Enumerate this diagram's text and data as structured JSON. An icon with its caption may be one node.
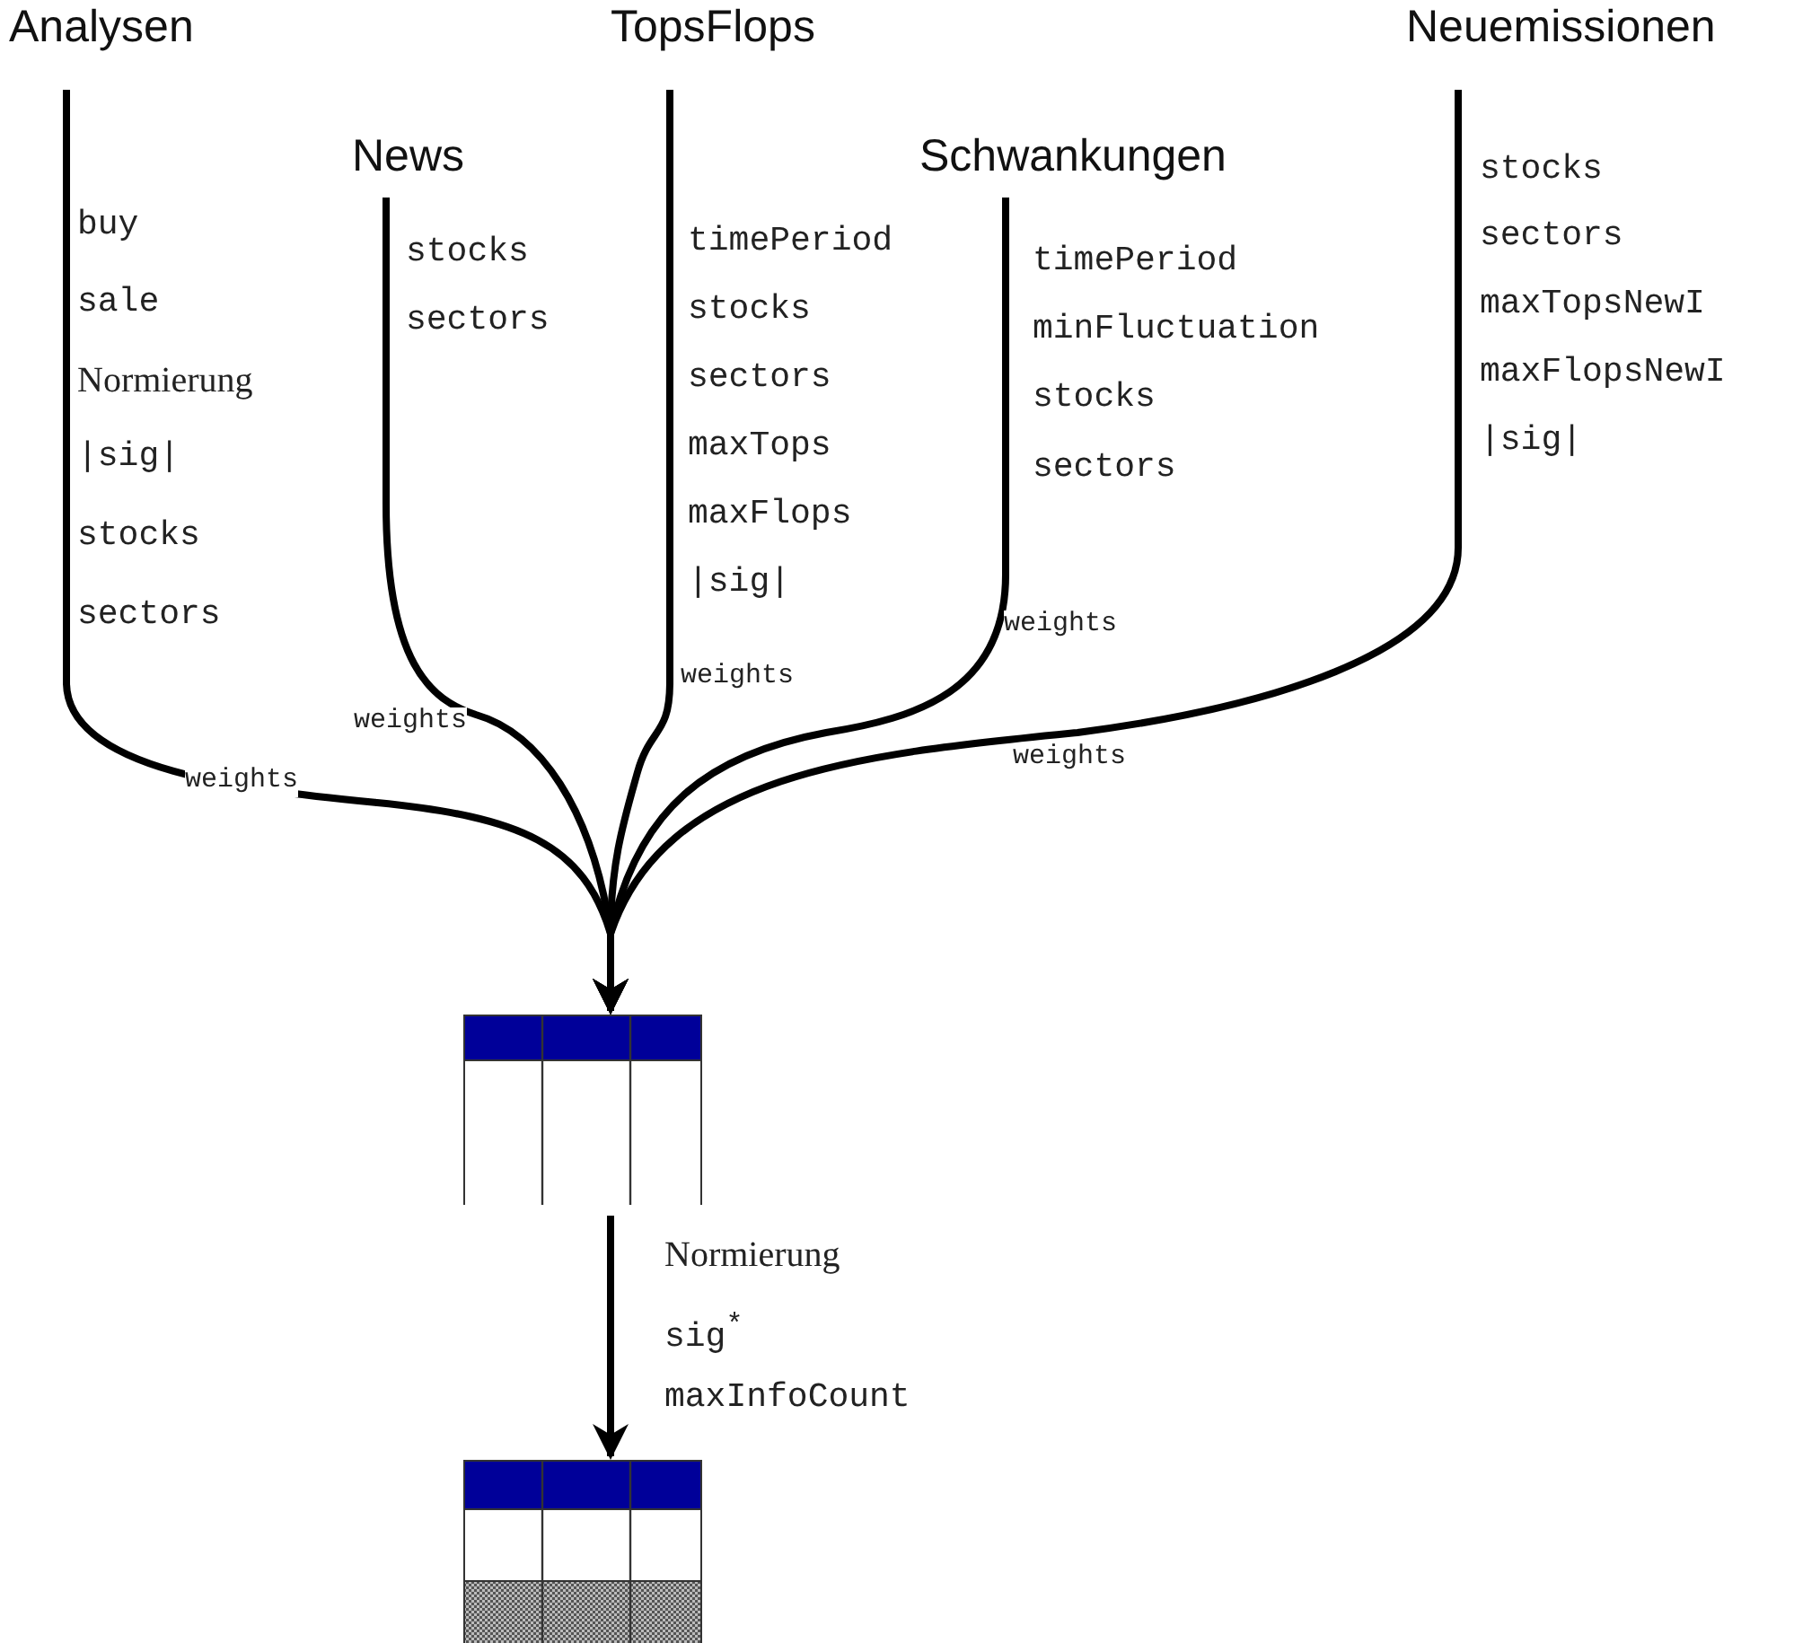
{
  "diagram": {
    "nodes": [
      {
        "text": [
          "Analysen"
        ]
      },
      {
        "text": [
          "News"
        ]
      },
      {
        "text": [
          "TopsFlops"
        ]
      },
      {
        "text": [
          "Schwankungen"
        ]
      },
      {
        "text": [
          "Neuemissionen"
        ]
      },
      {
        "text": [],
        "shape": "table"
      },
      {
        "text": [],
        "shape": "table"
      }
    ],
    "edges": [
      {
        "from": 0,
        "to": 5,
        "arrow": "to",
        "label": "weights"
      },
      {
        "from": 1,
        "to": 5,
        "arrow": "to",
        "label": "weights"
      },
      {
        "from": 2,
        "to": 5,
        "arrow": "to",
        "label": "weights"
      },
      {
        "from": 3,
        "to": 5,
        "arrow": "to",
        "label": "weights"
      },
      {
        "from": 4,
        "to": 5,
        "arrow": "to",
        "label": "weights"
      },
      {
        "from": 5,
        "to": 6,
        "arrow": "to"
      }
    ],
    "labels": [
      "buy",
      "sale",
      "Normierung",
      "|sig|",
      "stocks",
      "sectors",
      "stocks",
      "sectors",
      "timePeriod",
      "stocks",
      "sectors",
      "maxTops",
      "maxFlops",
      "|sig|",
      "timePeriod",
      "minFluctuation",
      "stocks",
      "sectors",
      "stocks",
      "sectors",
      "maxTopsNewI",
      "maxFlopsNewI",
      "|sig|",
      "Normierung",
      "sig$^{*}$",
      "maxInfoCount"
    ]
  }
}
